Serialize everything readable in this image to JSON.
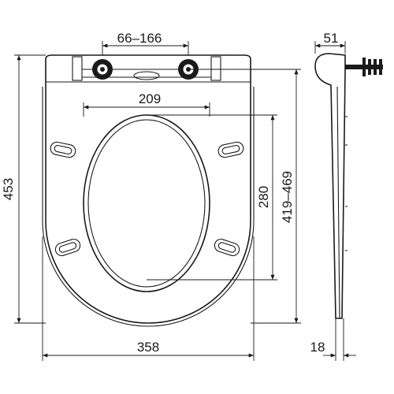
{
  "dimensions": {
    "hinge_spacing": "66–166",
    "side_depth": "51",
    "inner_width": "209",
    "overall_length": "453",
    "inner_length": "280",
    "fixing_range": "419–469",
    "overall_width": "358",
    "side_thickness": "18"
  }
}
